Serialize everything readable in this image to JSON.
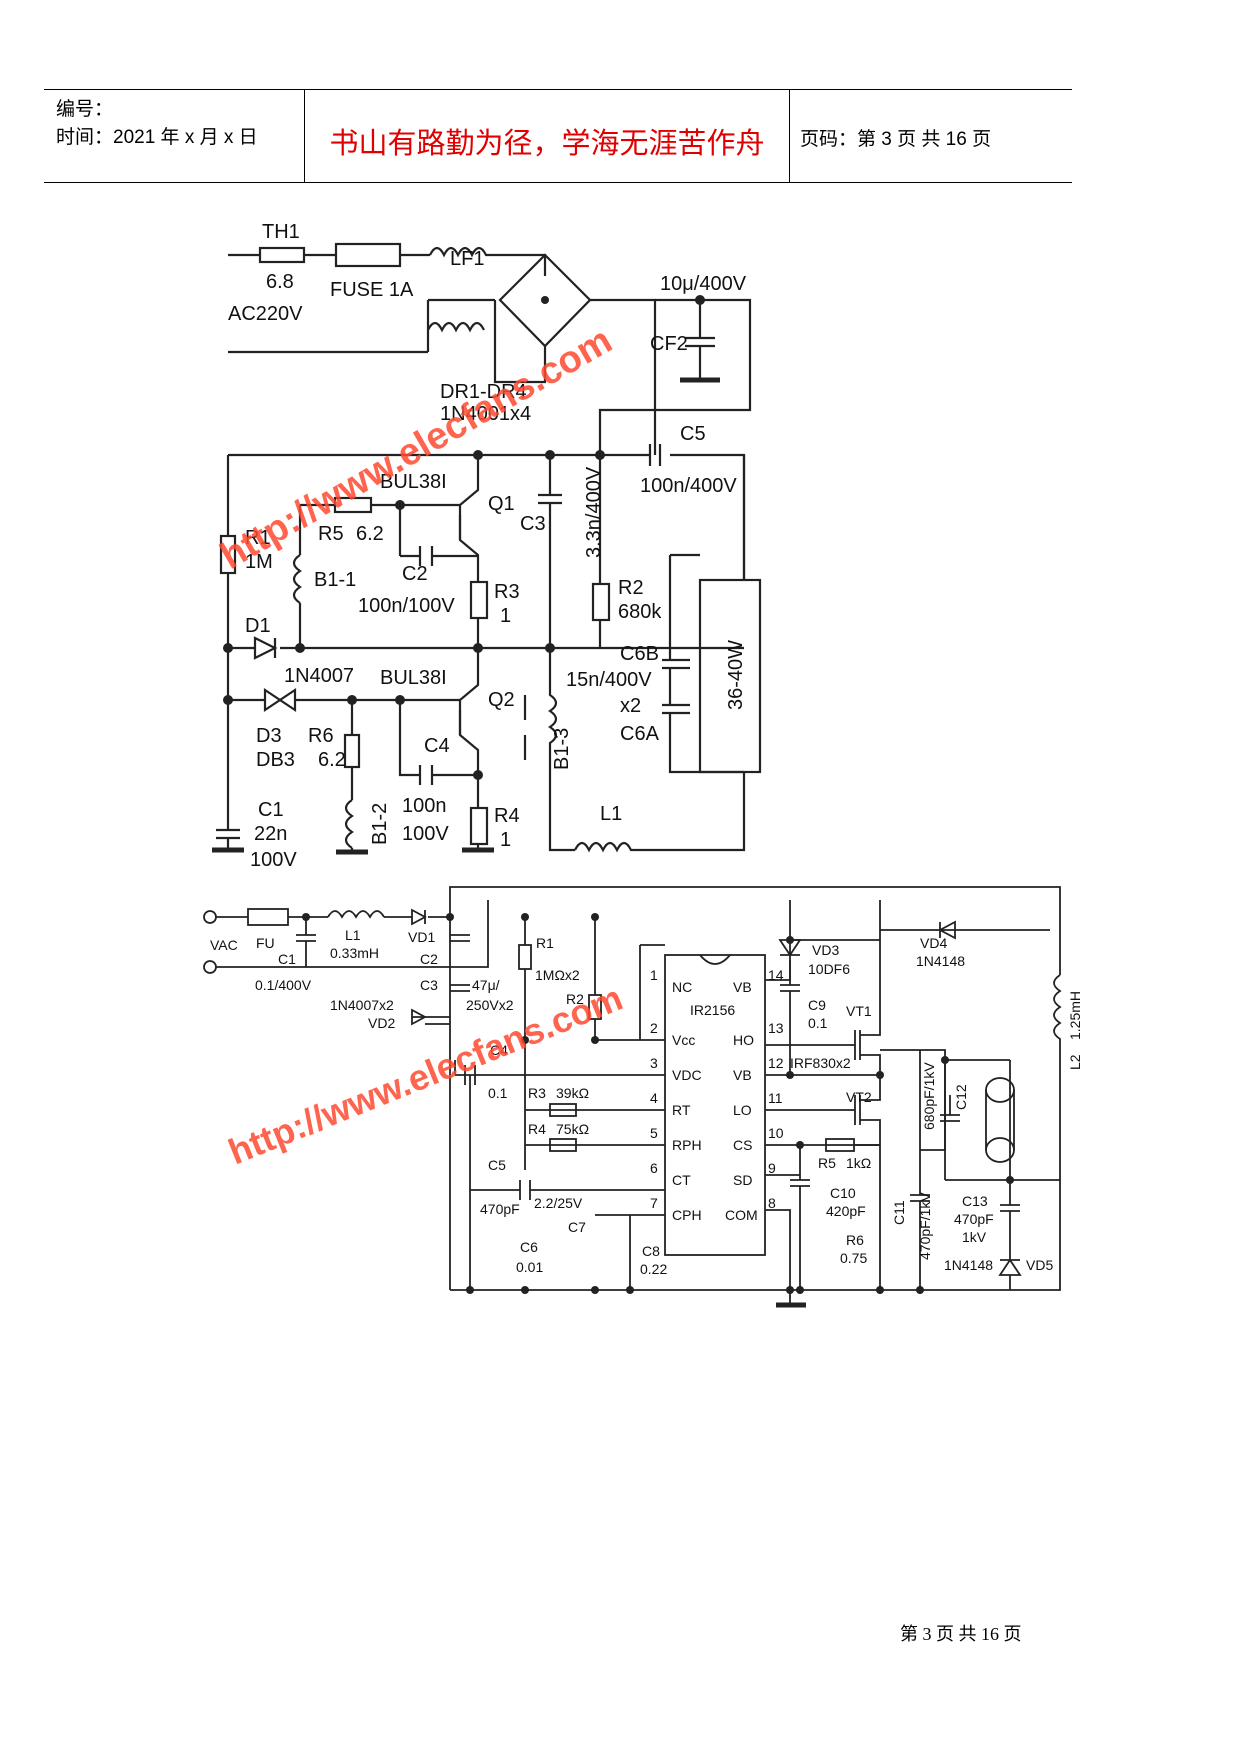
{
  "header": {
    "number_label": "编号：",
    "time_label": "时间：2021 年 x 月 x 日",
    "motto": "书山有路勤为径，学海无涯苦作舟",
    "page_label": "页码：第 3 页  共 16 页"
  },
  "footer": {
    "page_label": "第 3 页 共 16 页"
  },
  "watermark": {
    "text": "http://www.elecfans.com"
  },
  "top_circuit": {
    "labels": [
      "TH1",
      "6.8",
      "AC220V",
      "FUSE 1A",
      "LF1",
      "10μ/400V",
      "CF2",
      "DR1-DR4",
      "1N4001x4",
      "C5",
      "100n/400V",
      "BUL38I",
      "Q1",
      "R5",
      "6.2",
      "C3",
      "3.3n/400V",
      "R1",
      "1M",
      "C2",
      "B1-1",
      "100n/100V",
      "R3",
      "1",
      "R2",
      "680k",
      "D1",
      "1N4007",
      "C6B",
      "15n/400V",
      "x2",
      "C6A",
      "36-40W",
      "D3",
      "DB3",
      "R6",
      "C4",
      "Q2",
      "B1-3",
      "C1",
      "22n",
      "100V",
      "B1-2",
      "100n",
      "R4",
      "L1"
    ]
  },
  "bottom_circuit": {
    "labels": [
      "VAC",
      "FU",
      "C1",
      "0.1/400V",
      "L1",
      "0.33mH",
      "VD1",
      "C2",
      "C3",
      "1N4007x2",
      "VD2",
      "47μ/",
      "250Vx2",
      "R1",
      "1MΩx2",
      "R2",
      "C4",
      "0.1",
      "R3",
      "39kΩ",
      "R4",
      "75kΩ",
      "C5",
      "470pF",
      "2.2/25V",
      "C7",
      "C6",
      "0.01",
      "C8",
      "0.22",
      "NC",
      "Vcc",
      "VDC",
      "RT",
      "RPH",
      "CT",
      "CPH",
      "IR2156",
      "VB",
      "HO",
      "VB",
      "LO",
      "CS",
      "SD",
      "COM",
      "VD3",
      "10DF6",
      "C9",
      "0.1",
      "VT1",
      "IRF830x2",
      "VT2",
      "R5",
      "1kΩ",
      "C10",
      "420pF",
      "R6",
      "0.75",
      "VD4",
      "1N4148",
      "L2",
      "1.25mH",
      "680pF/1kV",
      "C12",
      "C11",
      "470pF/1kV",
      "C13",
      "470pF",
      "1kV",
      "1N4148",
      "VD5"
    ],
    "pins_left": [
      "1",
      "2",
      "3",
      "4",
      "5",
      "6",
      "7"
    ],
    "pins_right": [
      "14",
      "13",
      "12",
      "11",
      "10",
      "9",
      "8"
    ]
  }
}
